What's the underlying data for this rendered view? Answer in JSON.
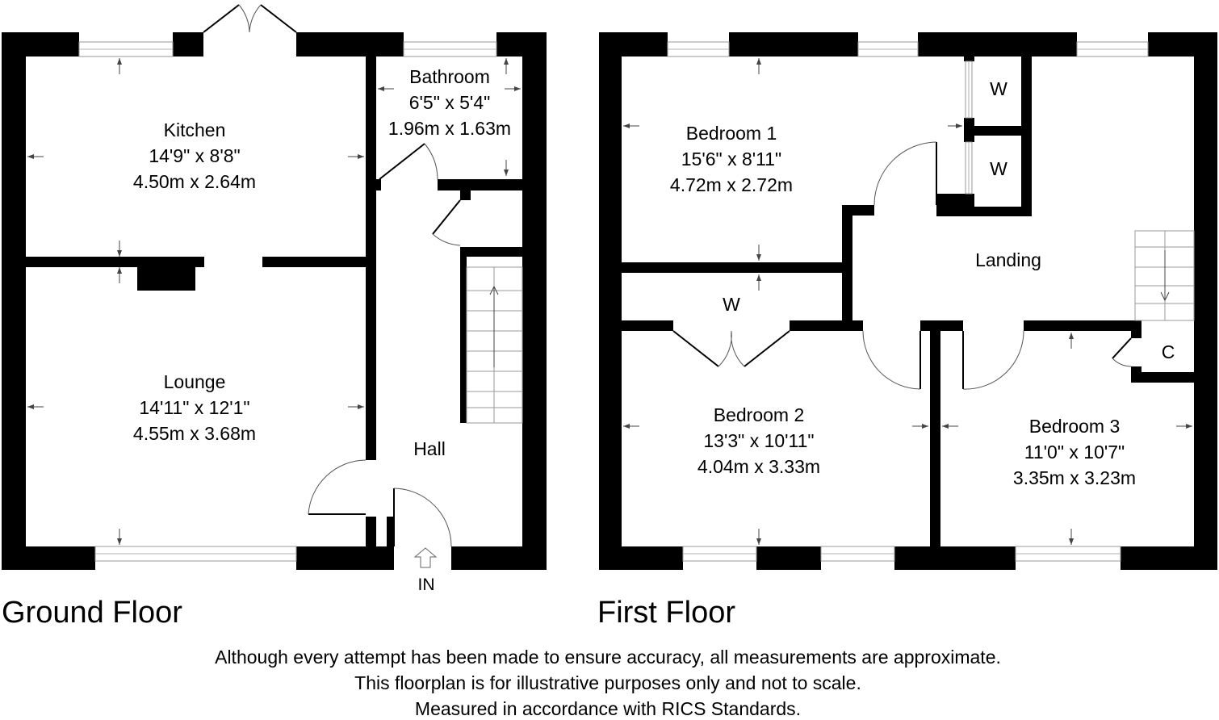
{
  "floors": [
    {
      "title": "Ground Floor",
      "rooms": [
        {
          "name": "Kitchen",
          "imperial": "14'9\" x 8'8\"",
          "metric": "4.50m x 2.64m"
        },
        {
          "name": "Lounge",
          "imperial": "14'11\" x 12'1\"",
          "metric": "4.55m x 3.68m"
        },
        {
          "name": "Bathroom",
          "imperial": "6'5\" x 5'4\"",
          "metric": "1.96m x 1.63m"
        },
        {
          "name": "Hall"
        }
      ],
      "entrance_label": "IN"
    },
    {
      "title": "First Floor",
      "rooms": [
        {
          "name": "Bedroom 1",
          "imperial": "15'6\" x 8'11\"",
          "metric": "4.72m x 2.72m"
        },
        {
          "name": "Bedroom 2",
          "imperial": "13'3\" x 10'11\"",
          "metric": "4.04m x 3.33m"
        },
        {
          "name": "Bedroom 3",
          "imperial": "11'0\" x 10'7\"",
          "metric": "3.35m x 3.23m"
        },
        {
          "name": "Landing"
        }
      ],
      "storage_labels": {
        "wardrobe_upper": "W",
        "wardrobe_lower": "W",
        "wardrobe_bedroom2": "W",
        "cupboard": "C"
      }
    }
  ],
  "disclaimer": [
    "Although every attempt has been made to ensure accuracy, all measurements are approximate.",
    "This floorplan is for illustrative purposes only and not to scale.",
    "Measured in accordance with RICS Standards."
  ],
  "colors": {
    "wall": "#000000",
    "background": "#ffffff",
    "window_frame": "#9a9a9a"
  }
}
